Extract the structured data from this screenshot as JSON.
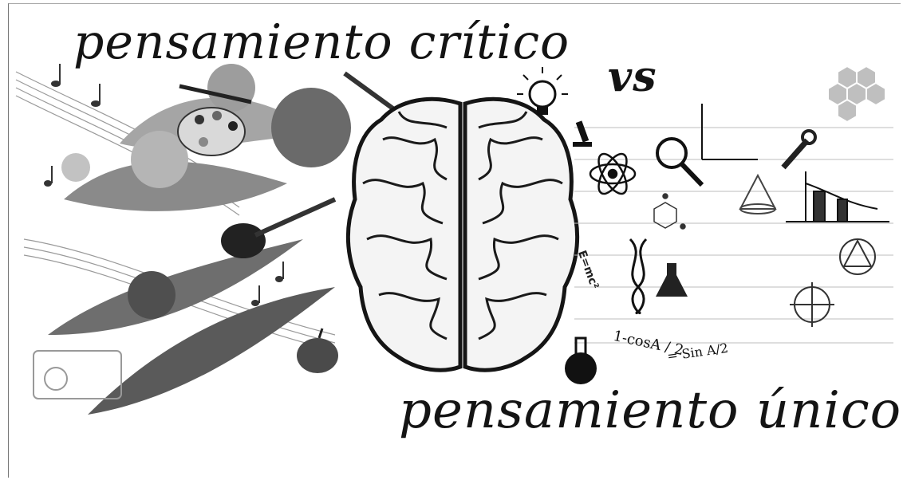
{
  "headline": {
    "top": "pensamiento crítico",
    "middle": "vs",
    "bottom": "pensamiento único"
  },
  "formula_snippets": {
    "emc2": "E=mc²",
    "trig": "1-cosA / 2",
    "sin": "= Sin A/2"
  },
  "palette": {
    "ink": "#141414",
    "grey_dark": "#4a4a4a",
    "grey_mid": "#7a7a7a",
    "grey_light": "#bdbdbd"
  }
}
